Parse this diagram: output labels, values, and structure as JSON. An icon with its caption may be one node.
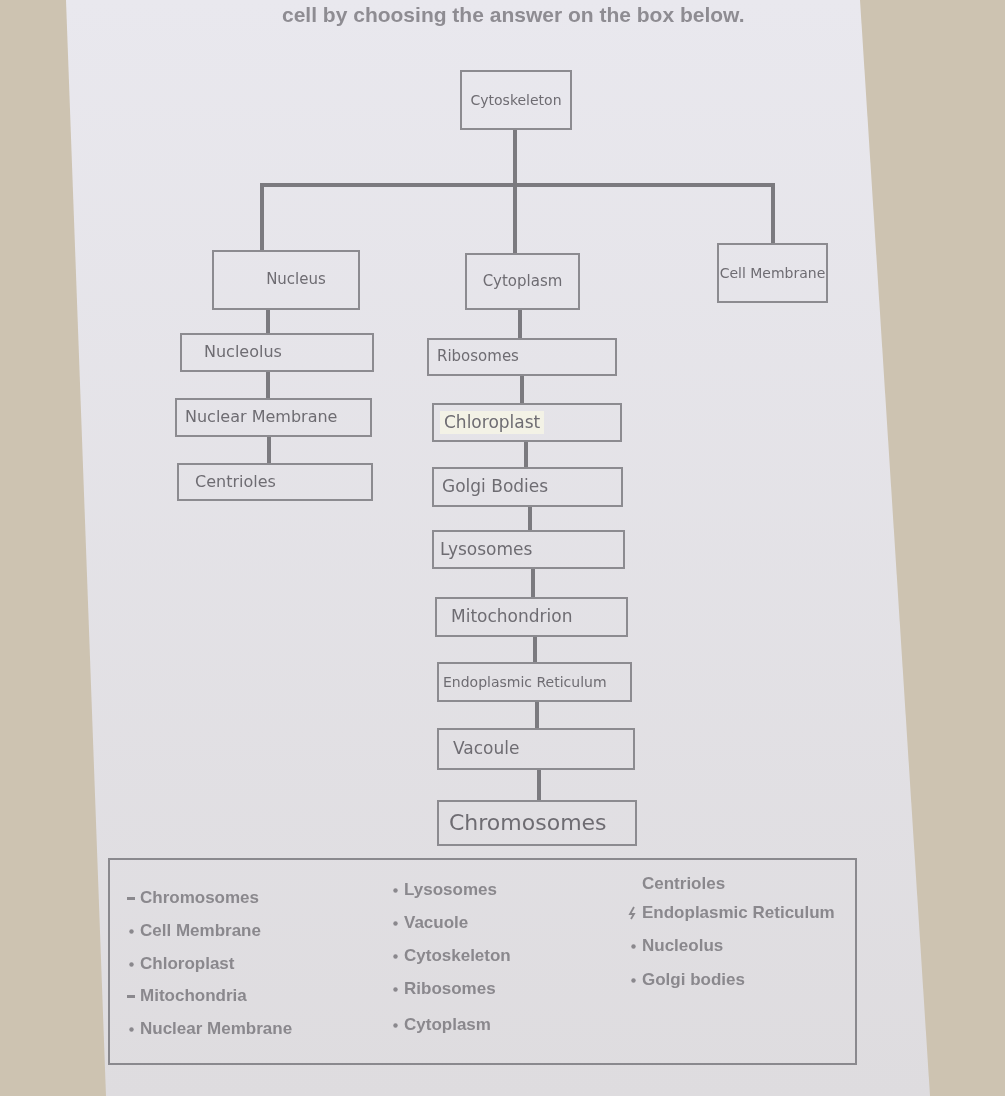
{
  "diagram": {
    "nodes": [
      {
        "text": [
          "Cytoskeleton"
        ]
      },
      {
        "text": [
          "Nucleus"
        ]
      },
      {
        "text": [
          "Cytoplasm"
        ]
      },
      {
        "text": [
          "Cell Membrane"
        ]
      },
      {
        "text": [
          "Nucleolus"
        ]
      },
      {
        "text": [
          "Nuclear Membrane"
        ]
      },
      {
        "text": [
          "Centrioles"
        ]
      },
      {
        "text": [
          "Ribosomes"
        ]
      },
      {
        "text": [
          "Chloroplast"
        ]
      },
      {
        "text": [
          "Golgi Bodies"
        ]
      },
      {
        "text": [
          "Lysosomes"
        ]
      },
      {
        "text": [
          "Mitochondrion"
        ]
      },
      {
        "text": [
          "Endoplasmic Reticulum"
        ]
      },
      {
        "text": [
          "Vacoule"
        ]
      },
      {
        "text": [
          "Chromosomes"
        ]
      },
      {
        "text": [
          "Chromosomes",
          "Cell Membrane",
          "Chloroplast",
          "Mitochondria",
          "Nuclear Membrane",
          "Lysosomes",
          "Vacuole",
          "Cytoskeleton",
          "Ribosomes",
          "Cytoplasm",
          "Centrioles",
          "Endoplasmic Reticulum",
          "Nucleolus",
          "Golgi bodies"
        ]
      }
    ],
    "edges": [
      {
        "from": 0,
        "to": 1,
        "arrow": "none"
      },
      {
        "from": 0,
        "to": 2,
        "arrow": "none"
      },
      {
        "from": 0,
        "to": 3,
        "arrow": "none"
      },
      {
        "from": 1,
        "to": 4,
        "arrow": "none"
      },
      {
        "from": 4,
        "to": 5,
        "arrow": "none"
      },
      {
        "from": 5,
        "to": 6,
        "arrow": "none"
      },
      {
        "from": 2,
        "to": 7,
        "arrow": "none"
      },
      {
        "from": 7,
        "to": 8,
        "arrow": "none"
      },
      {
        "from": 8,
        "to": 9,
        "arrow": "none"
      },
      {
        "from": 9,
        "to": 10,
        "arrow": "none"
      },
      {
        "from": 10,
        "to": 11,
        "arrow": "none"
      },
      {
        "from": 11,
        "to": 12,
        "arrow": "none"
      },
      {
        "from": 12,
        "to": 13,
        "arrow": "none"
      },
      {
        "from": 13,
        "to": 14,
        "arrow": "none"
      }
    ],
    "labels": [
      "cell by choosing the answer on the box below."
    ]
  }
}
